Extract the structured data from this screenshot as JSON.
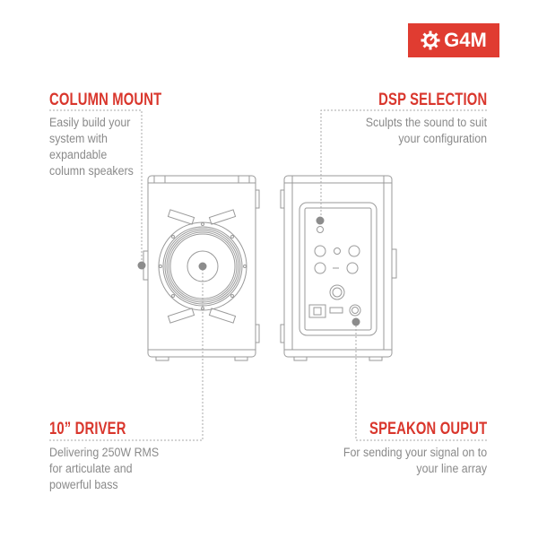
{
  "brand": {
    "logo_text": "G4M",
    "logo_icon": "gear-gauge-icon",
    "accent_color": "#e03c31"
  },
  "features": {
    "column_mount": {
      "title": "COLUMN MOUNT",
      "description_lines": [
        "Easily build your",
        "system with",
        "expandable",
        "column speakers"
      ]
    },
    "dsp_selection": {
      "title": "DSP SELECTION",
      "description_lines": [
        "Sculpts the sound to suit",
        "your configuration"
      ]
    },
    "driver": {
      "title": "10” DRIVER",
      "description_lines": [
        "Delivering 250W RMS",
        "for articulate and",
        "powerful bass"
      ]
    },
    "speakon_output": {
      "title": "SPEAKON OUPUT",
      "description_lines": [
        "For sending your signal on to",
        "your line array"
      ]
    }
  },
  "colors": {
    "title": "#d9362c",
    "description": "#8a8a8a",
    "line_art": "#9a9a9a",
    "marker": "#8c8c8c"
  }
}
